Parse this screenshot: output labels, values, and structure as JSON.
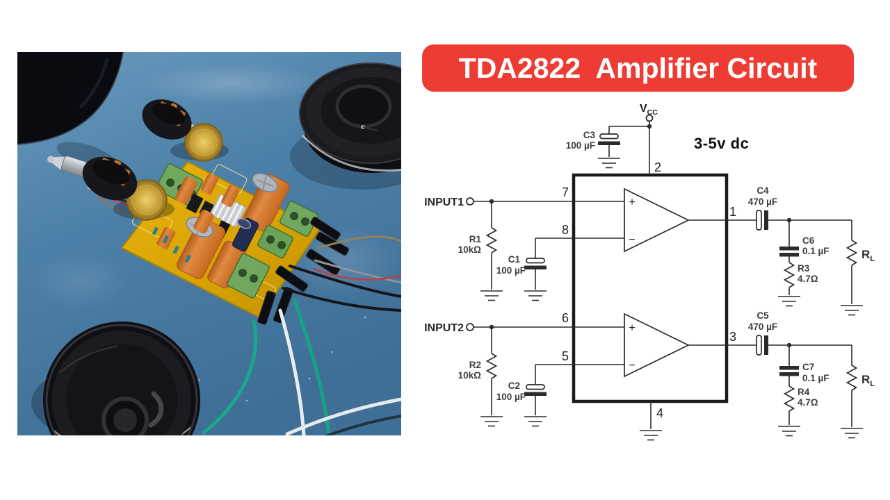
{
  "banner": {
    "title": "TDA2822  Amplifier Circuit",
    "bg_color": "#ee3b33",
    "text_color": "#ffffff"
  },
  "photo": {
    "alt": "TDA2822 stereo amplifier PCB with volume potentiometers, 3.5mm audio jack and two round speakers on a blue desk",
    "desk_color": "#4d80a8",
    "pcb_color": "#d8a203",
    "capacitor_color": "#d4722a",
    "terminal_color": "#5f9d52",
    "speaker_color": "#141418"
  },
  "schematic": {
    "vcc": {
      "v": "V",
      "sub": "CC"
    },
    "voltage_note": "3-5v dc",
    "inputs": {
      "in1": "INPUT1",
      "in2": "INPUT2"
    },
    "pins": {
      "p1": "1",
      "p2": "2",
      "p3": "3",
      "p4": "4",
      "p5": "5",
      "p6": "6",
      "p7": "7",
      "p8": "8"
    },
    "opamp": {
      "plus": "+",
      "minus": "−"
    },
    "parts": {
      "c1": {
        "ref": "C1",
        "val": "100 µF"
      },
      "c2": {
        "ref": "C2",
        "val": "100 µF"
      },
      "c3": {
        "ref": "C3",
        "val": "100 µF"
      },
      "c4": {
        "ref": "C4",
        "val": "470 µF"
      },
      "c5": {
        "ref": "C5",
        "val": "470 µF"
      },
      "c6": {
        "ref": "C6",
        "val": "0.1 µF"
      },
      "c7": {
        "ref": "C7",
        "val": "0.1 µF"
      },
      "r1": {
        "ref": "R1",
        "val": "10kΩ"
      },
      "r2": {
        "ref": "R2",
        "val": "10kΩ"
      },
      "r3": {
        "ref": "R3",
        "val": "4.7Ω"
      },
      "r4": {
        "ref": "R4",
        "val": "4.7Ω"
      },
      "rl": {
        "ref": "R",
        "sub": "L"
      }
    }
  }
}
